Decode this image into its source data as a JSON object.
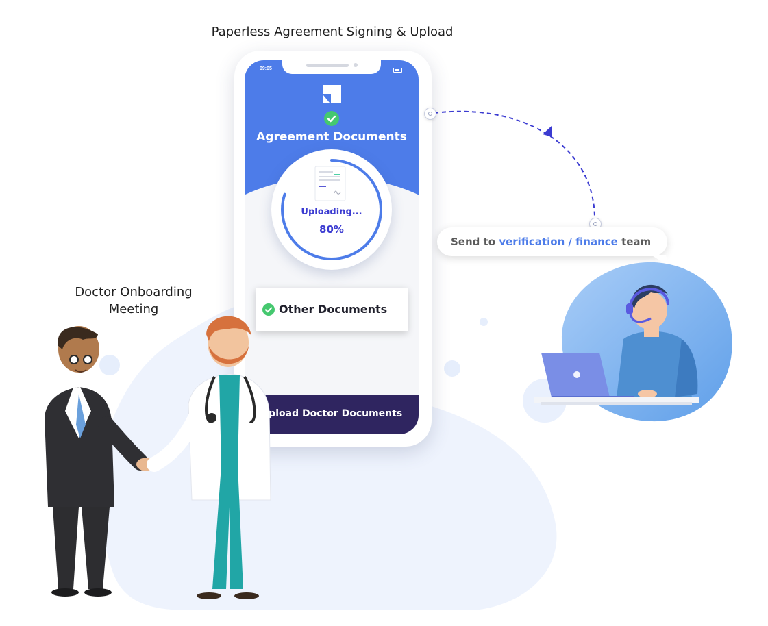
{
  "header": {
    "title": "Paperless Agreement Signing & Upload"
  },
  "meeting": {
    "caption_line1": "Doctor Onboarding",
    "caption_line2": "Meeting"
  },
  "phone": {
    "status_time": "09:05",
    "agreement_title": "Agreement Documents",
    "upload_status": "Uploading...",
    "upload_percent": "80%",
    "upload_progress": 0.8,
    "other_documents": "Other Documents",
    "upload_button": "Upload Doctor Documents"
  },
  "message": {
    "prefix": "Send to",
    "highlight": "verification / finance",
    "suffix": "team"
  },
  "colors": {
    "brand_blue": "#4d7ce9",
    "accent_purple": "#3b3bd1",
    "button_dark": "#2f2560",
    "check_green": "#45c86f",
    "bg_blob": "#eef3fd"
  },
  "icons": [
    "logo-icon",
    "check-icon",
    "document-icon",
    "battery-icon"
  ]
}
